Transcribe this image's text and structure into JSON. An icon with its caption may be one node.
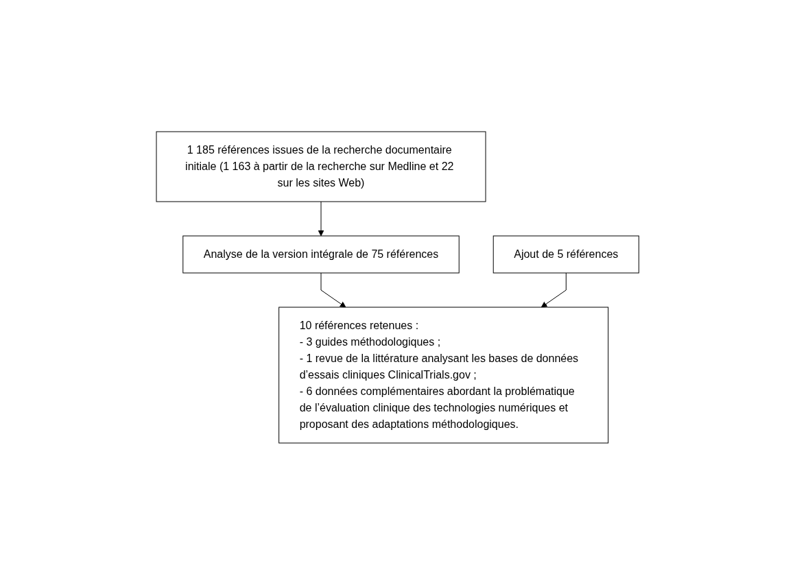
{
  "diagram": {
    "nodes": [
      {
        "text": [
          "1 185 références issues de la recherche documentaire initiale (1 163 à partir de la recherche sur Medline et 22 sur les sites Web)"
        ]
      },
      {
        "text": [
          "Analyse de la version intégrale de 75 références"
        ]
      },
      {
        "text": [
          "Ajout de 5 références"
        ]
      },
      {
        "text": [
          "10 références retenues :",
          "- 3 guides méthodologiques ;",
          "- 1 revue de la littérature analysant les bases de données d’essais cliniques ClinicalTrials.gov ;",
          "- 6 données complémentaires abordant la problématique de l’évaluation clinique des technologies numériques et proposant des adaptations méthodologiques."
        ]
      }
    ],
    "edges": [
      {
        "from": 0,
        "to": 1,
        "arrow": "to"
      },
      {
        "from": 1,
        "to": 3,
        "arrow": "to"
      },
      {
        "from": 2,
        "to": 3,
        "arrow": "to"
      }
    ]
  }
}
